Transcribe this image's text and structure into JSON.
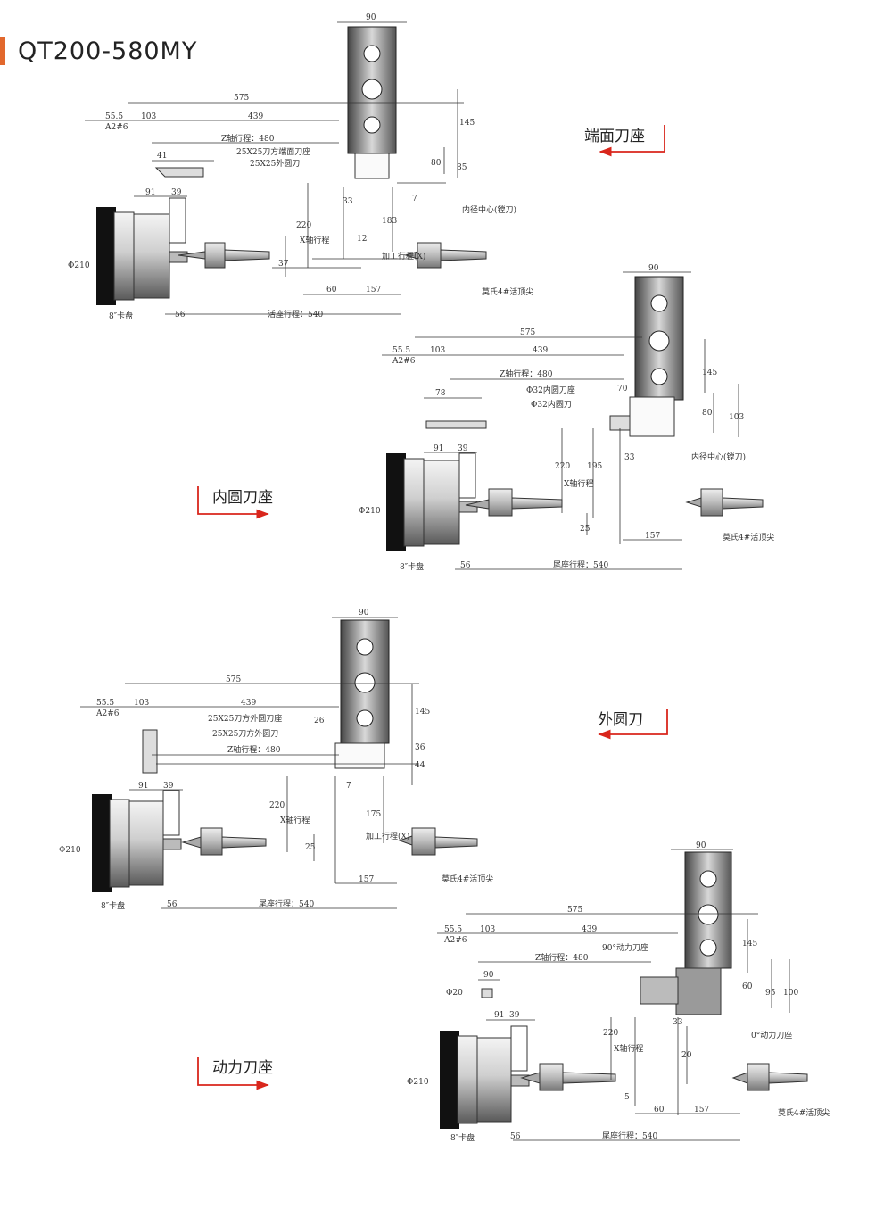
{
  "title": "QT200-580MY",
  "panels": [
    {
      "label": "端面刀座",
      "dims": {
        "d90": "90",
        "d575": "575",
        "d555": "55.5",
        "a2": "A2#6",
        "d103": "103",
        "d439": "439",
        "z": "Z轴行程：480",
        "t1": "25X25刀方端面刀座",
        "t2": "25X25外圆刀",
        "d41": "41",
        "d145": "145",
        "d80": "80",
        "d85": "85",
        "d7": "7",
        "d91": "91",
        "d39": "39",
        "d33": "33",
        "d183": "183",
        "proc": "加工行程(X)",
        "d220": "220",
        "xtrav": "X轴行程",
        "d12": "12",
        "d37": "37",
        "d60": "60",
        "d157": "157",
        "chuck": "8″卡盘",
        "d56": "56",
        "tail": "活座行程：540",
        "phi": "Φ210",
        "bore": "内径中心(镗刀)",
        "center": "莫氏4#活顶尖"
      }
    },
    {
      "label": "内圆刀座",
      "dims": {
        "d90": "90",
        "d575": "575",
        "d555": "55.5",
        "a2": "A2#6",
        "d103": "103",
        "d439": "439",
        "z": "Z轴行程：480",
        "t1": "Φ32内圆刀座",
        "t2": "Φ32内圆刀",
        "d78": "78",
        "d70": "70",
        "d145": "145",
        "d80": "80",
        "d103b": "103",
        "d91": "91",
        "d39": "39",
        "d33": "33",
        "d195": "195",
        "d220": "220",
        "xtrav": "X轴行程",
        "d25": "25",
        "d157": "157",
        "chuck": "8″卡盘",
        "d56": "56",
        "tail": "尾座行程：540",
        "phi": "Φ210",
        "bore": "内径中心(镗刀)",
        "center": "莫氏4#活顶尖"
      }
    },
    {
      "label": "外圆刀",
      "dims": {
        "d90": "90",
        "d575": "575",
        "d555": "55.5",
        "a2": "A2#6",
        "d103": "103",
        "d439": "439",
        "t1": "25X25刀方外圆刀座",
        "t2": "25X25刀方外圆刀",
        "z": "Z轴行程：480",
        "d26": "26",
        "d145": "145",
        "d36": "36",
        "d44": "44",
        "d91": "91",
        "d39": "39",
        "d7": "7",
        "d220": "220",
        "xtrav": "X轴行程",
        "d175": "175",
        "proc": "加工行程(X)",
        "d25": "25",
        "d157": "157",
        "chuck": "8″卡盘",
        "d56": "56",
        "tail": "尾座行程：540",
        "phi": "Φ210",
        "center": "莫氏4#活顶尖"
      }
    },
    {
      "label": "动力刀座",
      "dims": {
        "d90": "90",
        "d575": "575",
        "d555": "55.5",
        "a2": "A2#6",
        "d103": "103",
        "d439": "439",
        "t1": "90°动力刀座",
        "z": "Z轴行程：480",
        "d90b": "90",
        "phi20": "Φ20",
        "d145": "145",
        "d60": "60",
        "d95": "95",
        "d100": "100",
        "d91": "91",
        "d39": "39",
        "d33": "33",
        "t2": "0°动力刀座",
        "d220": "220",
        "xtrav": "X轴行程",
        "d20": "20",
        "d5": "5",
        "d60b": "60",
        "d157": "157",
        "chuck": "8″卡盘",
        "d56": "56",
        "tail": "尾座行程：540",
        "phi": "Φ210",
        "center": "莫氏4#活顶尖"
      }
    }
  ],
  "colors": {
    "accent": "#e2682d",
    "arrow": "#d9261c"
  }
}
